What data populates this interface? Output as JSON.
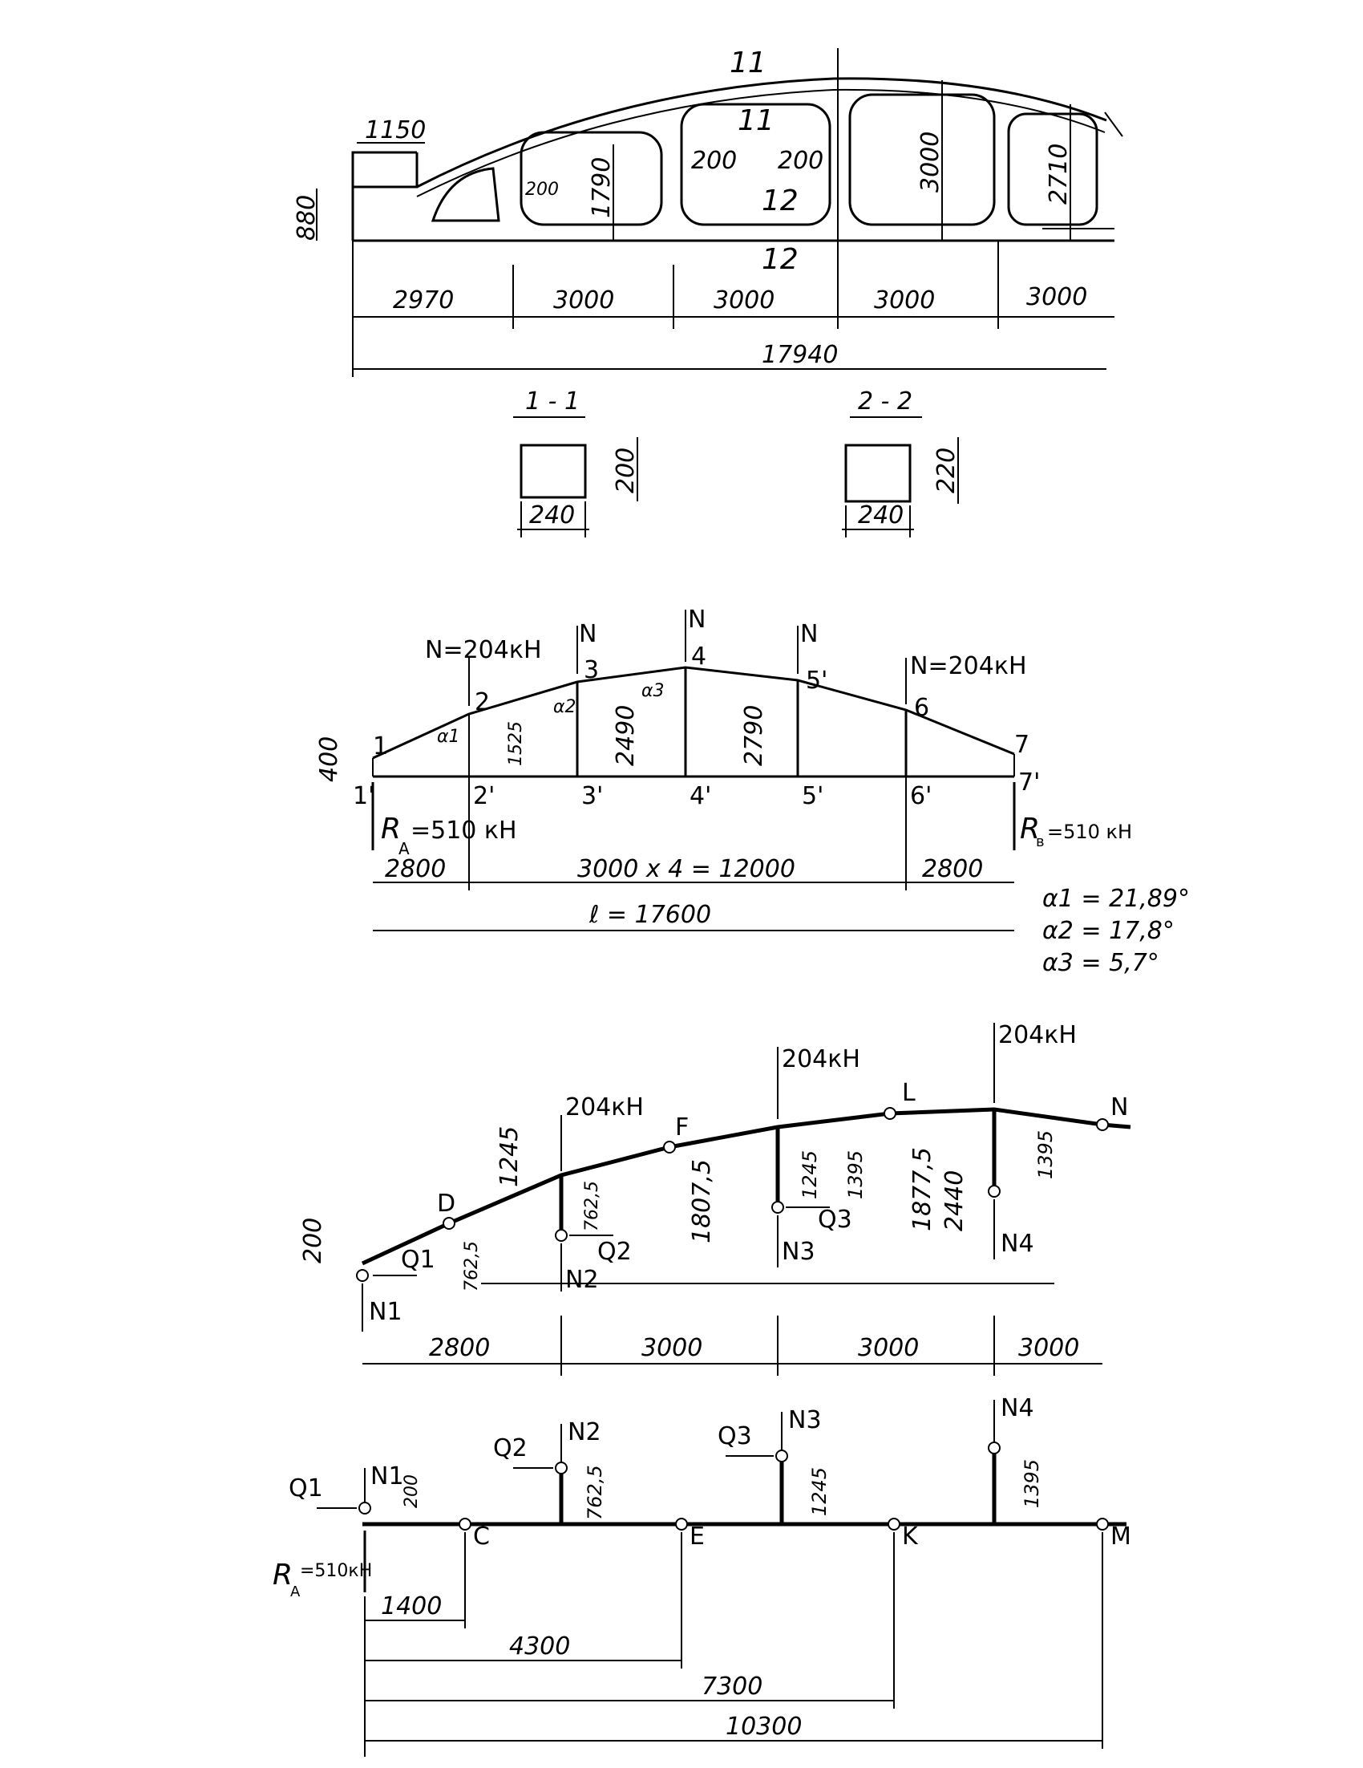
{
  "truss_elevation": {
    "dim_1150": "1150",
    "dim_880": "880",
    "dim_200_a": "200",
    "dim_200_b": "200",
    "dim_200_c": "200",
    "dim_1790": "1790",
    "dim_3000_h": "3000",
    "dim_2710": "2710",
    "section_mark_1_top": "11",
    "section_mark_1_bot": "11",
    "section_mark_2_top": "12",
    "section_mark_2_bot": "12",
    "panels": [
      "2970",
      "3000",
      "3000",
      "3000",
      "3000"
    ],
    "total": "17940"
  },
  "sections": {
    "s1_title": "1 - 1",
    "s1_width": "240",
    "s1_height": "200",
    "s2_title": "2 - 2",
    "s2_width": "240",
    "s2_height": "220"
  },
  "scheme": {
    "load_left": "N=204кН",
    "load_right": "N=204кН",
    "load_N3": "N",
    "load_N4": "N",
    "load_N5": "N",
    "nodes_top": [
      "1",
      "2",
      "3",
      "4",
      "5'",
      "6",
      "7"
    ],
    "nodes_bot": [
      "1'",
      "2'",
      "3'",
      "4'",
      "5'",
      "6'",
      "7'"
    ],
    "h_400": "400",
    "h_1525": "1525",
    "h_2490": "2490",
    "h_2790": "2790",
    "a1": "α1",
    "a2": "α2",
    "a3": "α3",
    "ra": "R",
    "ra_sub": "A",
    "ra_val": "=510 кН",
    "rb": "R",
    "rb_sub": "в",
    "rb_val": "=510 кН",
    "span_left": "2800",
    "span_mid": "3000 x 4 = 12000",
    "span_right": "2800",
    "span_total": "ℓ = 17600",
    "angle1": "α1 = 21,89°",
    "angle2": "α2 = 17,8°",
    "angle3": "α3 = 5,7°"
  },
  "upper_chord": {
    "load1": "204кН",
    "load2": "204кН",
    "load3": "204кН",
    "point_D": "D",
    "point_F": "F",
    "point_L": "L",
    "point_N": "N",
    "d200": "200",
    "d1245_a": "1245",
    "d762_a": "762,5",
    "d762_b": "762,5",
    "d1807": "1807,5",
    "d1245_b": "1245",
    "d1395_a": "1395",
    "d1877": "1877,5",
    "d2440": "2440",
    "d1395_b": "1395",
    "Q1": "Q1",
    "Q2": "Q2",
    "Q3": "Q3",
    "N1": "N1",
    "N2": "N2",
    "N3": "N3",
    "N4": "N4",
    "spans": [
      "2800",
      "3000",
      "3000",
      "3000"
    ]
  },
  "lower_chord": {
    "Q1": "Q1",
    "Q2": "Q2",
    "Q3": "Q3",
    "N1": "N1",
    "N2": "N2",
    "N3": "N3",
    "N4": "N4",
    "d200": "200",
    "d762": "762,5",
    "d1245": "1245",
    "d1395": "1395",
    "point_C": "C",
    "point_E": "E",
    "point_K": "K",
    "point_M": "M",
    "ra": "R",
    "ra_sub": "A",
    "ra_val": "=510кН",
    "dims": [
      "1400",
      "4300",
      "7300",
      "10300"
    ]
  }
}
